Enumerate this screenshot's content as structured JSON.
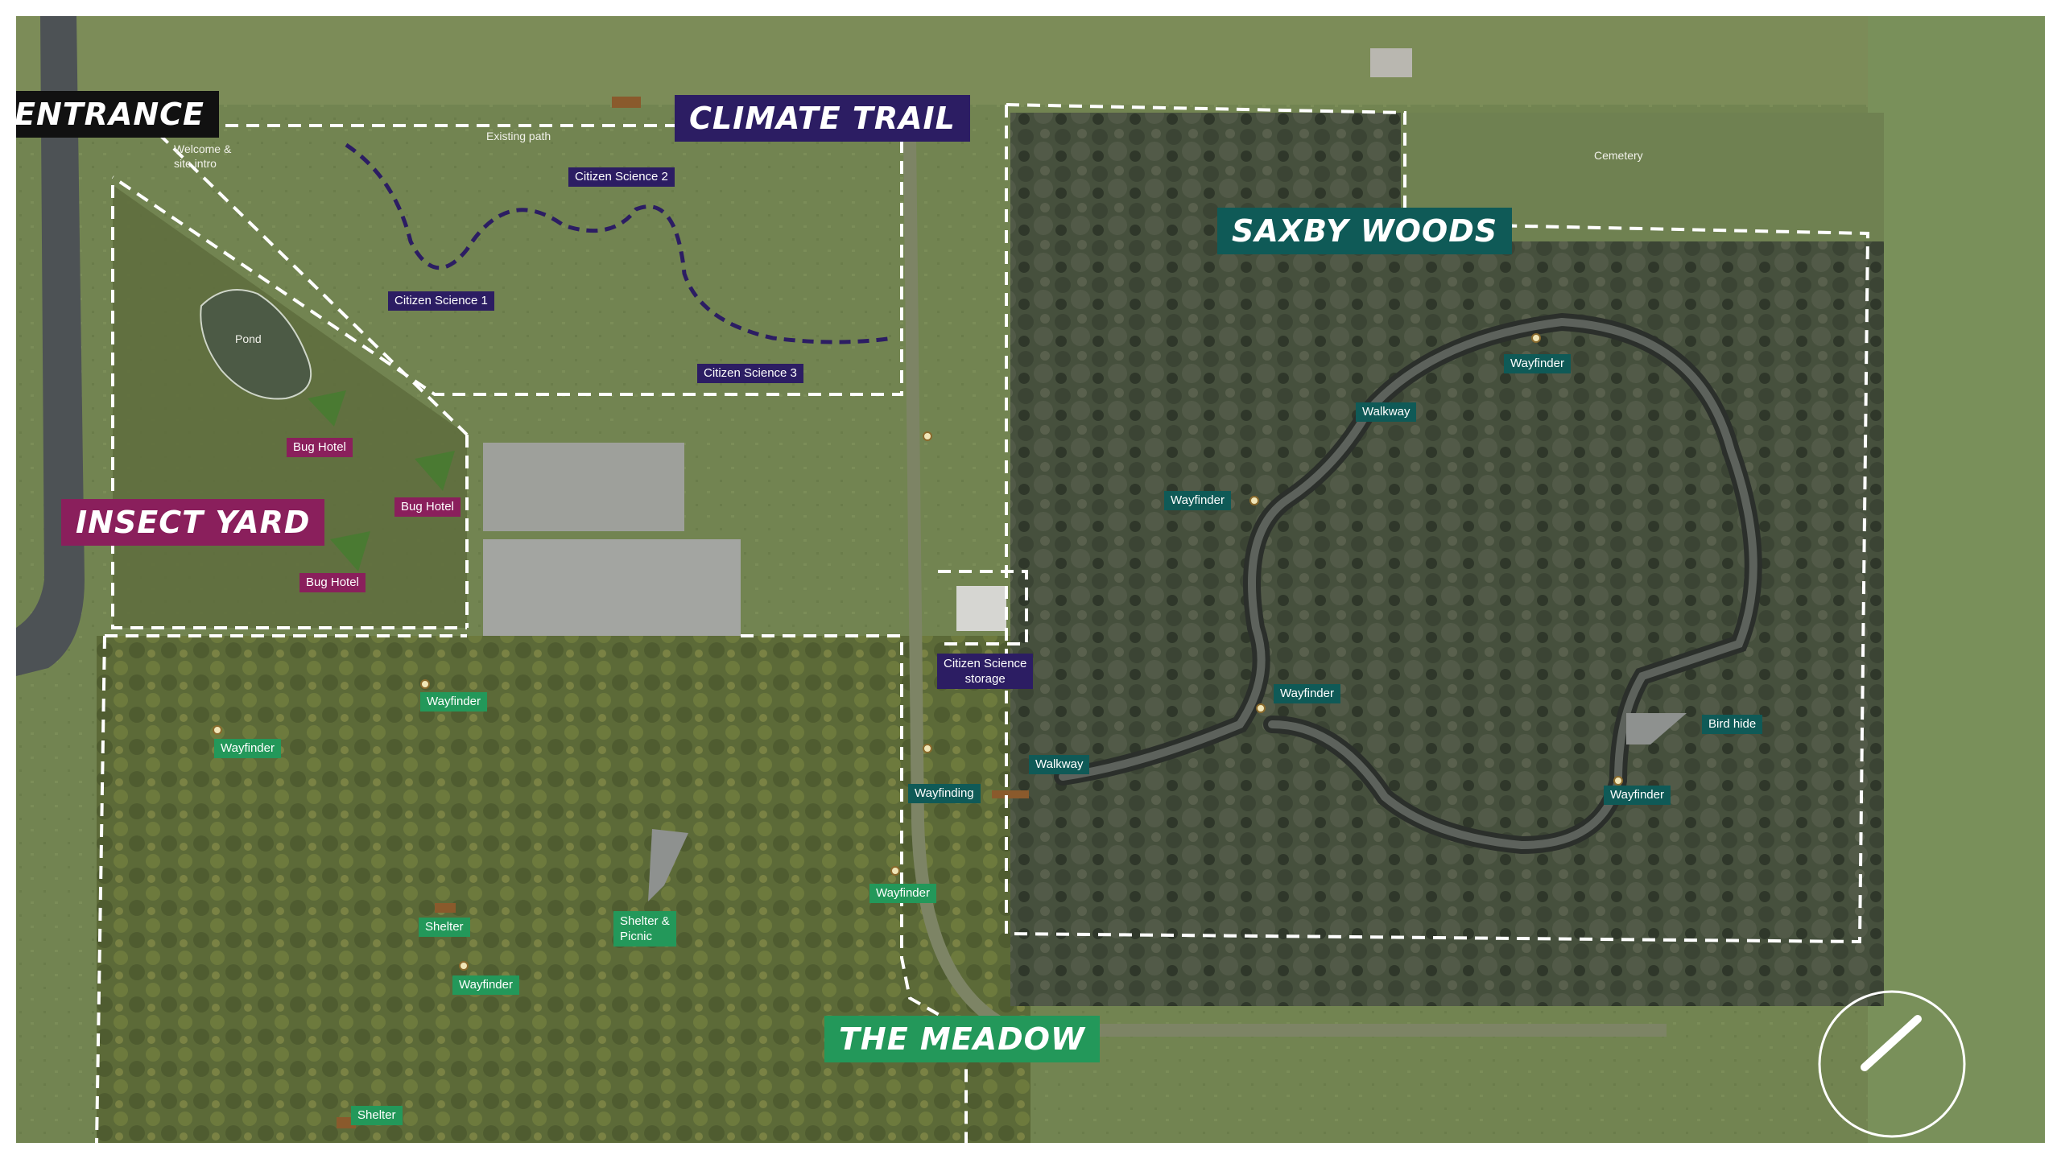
{
  "zones": {
    "entrance": "ENTRANCE",
    "climate_trail": "CLIMATE TRAIL",
    "saxby_woods": "SAXBY WOODS",
    "insect_yard": "INSECT YARD",
    "the_meadow": "THE MEADOW"
  },
  "annotations": {
    "welcome": "Welcome &",
    "welcome_2": "site intro",
    "existing_path": "Existing path",
    "cemetery": "Cemetery",
    "pond": "Pond"
  },
  "climate_trail_labels": {
    "cs1": "Citizen Science 1",
    "cs2": "Citizen Science 2",
    "cs3": "Citizen Science 3",
    "storage_1": "Citizen Science",
    "storage_2": "storage"
  },
  "insect_labels": {
    "bug1": "Bug Hotel",
    "bug2": "Bug Hotel",
    "bug3": "Bug Hotel"
  },
  "woods_labels": {
    "wayfinder_top": "Wayfinder",
    "walkway_top": "Walkway",
    "wayfinder_left": "Wayfinder",
    "wayfinder_mid": "Wayfinder",
    "walkway_bottom": "Walkway",
    "bird_hide": "Bird hide",
    "wayfinder_right": "Wayfinder",
    "wayfinding": "Wayfinding"
  },
  "meadow_labels": {
    "wayfinder_1": "Wayfinder",
    "wayfinder_2": "Wayfinder",
    "wayfinder_3": "Wayfinder",
    "wayfinder_4": "Wayfinder",
    "shelter_1": "Shelter",
    "shelter_picnic_1": "Shelter &",
    "shelter_picnic_2": "Picnic",
    "shelter_2": "Shelter"
  },
  "colors": {
    "green_label": "#23985a",
    "teal_label": "#0f5a57",
    "purple_label": "#2c1d63",
    "magenta_label": "#8a1f5c",
    "dashed_boundary": "#ffffff",
    "woods_fill": "#3f4a38",
    "grass_fill": "#6a7a48"
  },
  "icons": {
    "compass": "north-arrow-compass-icon",
    "wayfinder_marker": "wayfinder-marker-icon",
    "bug_hotel": "bug-hotel-icon",
    "shelter": "shelter-icon",
    "bird_hide": "bird-hide-icon"
  }
}
